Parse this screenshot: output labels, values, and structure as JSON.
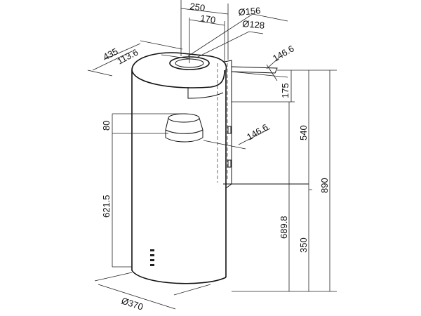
{
  "title": "Cylindrical cooker hood dimension drawing",
  "dimensions": {
    "width_top": "250",
    "outlet_outer_diameter": "Ø156",
    "outlet_offset": "170",
    "outlet_inner_diameter": "Ø128",
    "depth": "435",
    "back_offset": "113.6",
    "top_side_offset": "146.6",
    "top_to_bracket": "175",
    "spigot_height": "80",
    "side_spigot_offset": "146.6",
    "chimney_height": "540",
    "total_height": "890",
    "body_height": "621.5",
    "bracket_to_bottom": "689.8",
    "lower_height": "350",
    "body_diameter": "Ø370"
  }
}
